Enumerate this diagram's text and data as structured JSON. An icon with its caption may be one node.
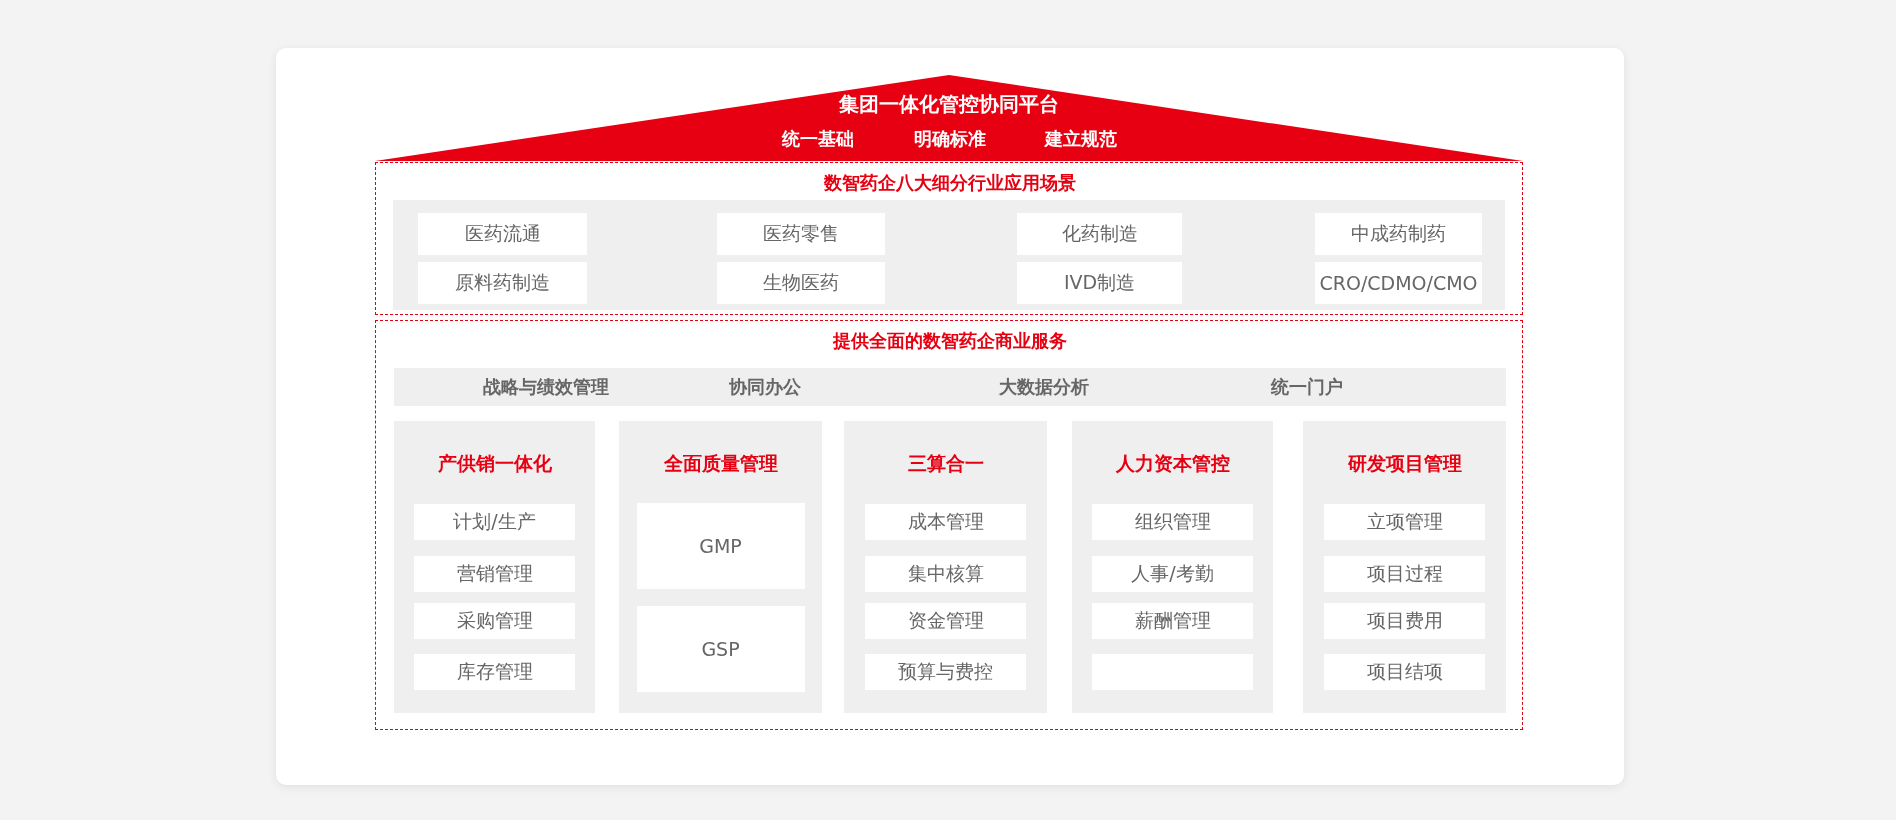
{
  "diagram": {
    "nodes": [
      {
        "text": [
          "集团一体化管控协同平台",
          "统一基础",
          "明确标准",
          "建立规范"
        ]
      },
      {
        "text": [
          "数智药企八大细分行业应用场景"
        ]
      },
      {
        "text": [
          "医药流通"
        ],
        "in": 1
      },
      {
        "text": [
          "医药零售"
        ],
        "in": 1
      },
      {
        "text": [
          "化药制造"
        ],
        "in": 1
      },
      {
        "text": [
          "中成药制药"
        ],
        "in": 1
      },
      {
        "text": [
          "原料药制造"
        ],
        "in": 1
      },
      {
        "text": [
          "生物医药"
        ],
        "in": 1
      },
      {
        "text": [
          "IVD制造"
        ],
        "in": 1
      },
      {
        "text": [
          "CRO/CDMO/CMO"
        ],
        "in": 1
      },
      {
        "text": [
          "提供全面的数智药企商业服务"
        ]
      },
      {
        "text": [
          "战略与绩效管理",
          "协同办公",
          "大数据分析",
          "统一门户"
        ],
        "in": 10
      },
      {
        "text": [
          "产供销一体化"
        ],
        "in": 10
      },
      {
        "text": [
          "计划/生产"
        ],
        "in": 12
      },
      {
        "text": [
          "营销管理"
        ],
        "in": 12
      },
      {
        "text": [
          "采购管理"
        ],
        "in": 12
      },
      {
        "text": [
          "库存管理"
        ],
        "in": 12
      },
      {
        "text": [
          "全面质量管理"
        ],
        "in": 10
      },
      {
        "text": [
          "GMP"
        ],
        "in": 17
      },
      {
        "text": [
          "GSP"
        ],
        "in": 17
      },
      {
        "text": [
          "三算合一"
        ],
        "in": 10
      },
      {
        "text": [
          "成本管理"
        ],
        "in": 20
      },
      {
        "text": [
          "集中核算"
        ],
        "in": 20
      },
      {
        "text": [
          "资金管理"
        ],
        "in": 20
      },
      {
        "text": [
          "预算与费控"
        ],
        "in": 20
      },
      {
        "text": [
          "人力资本管控"
        ],
        "in": 10
      },
      {
        "text": [
          "组织管理"
        ],
        "in": 25
      },
      {
        "text": [
          "人事/考勤"
        ],
        "in": 25
      },
      {
        "text": [
          "薪酬管理"
        ],
        "in": 25
      },
      {
        "text": [],
        "shape": "box",
        "in": 25
      },
      {
        "text": [
          "研发项目管理"
        ],
        "in": 10
      },
      {
        "text": [
          "立项管理"
        ],
        "in": 30
      },
      {
        "text": [
          "项目过程"
        ],
        "in": 30
      },
      {
        "text": [
          "项目费用"
        ],
        "in": 30
      },
      {
        "text": [
          "项目结项"
        ],
        "in": 30
      }
    ],
    "edges": []
  }
}
